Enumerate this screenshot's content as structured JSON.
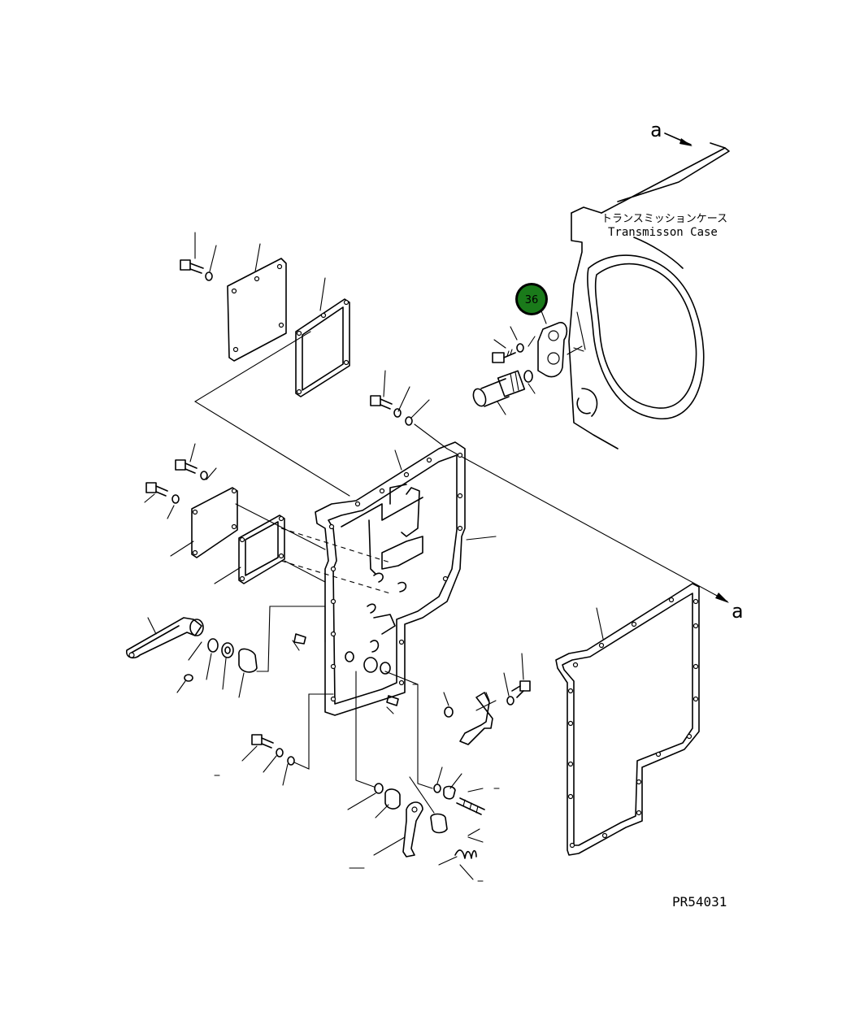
{
  "labels": {
    "case_jp": "トランスミッションケース",
    "case_en": "Transmisson Case",
    "ref_a_top": "a",
    "ref_a_right": "a",
    "drawing_no": "PR54031"
  },
  "callouts": [
    {
      "number": "36"
    }
  ],
  "colors": {
    "callout_fill": "#1a7a1a",
    "callout_ring": "#000000",
    "callout_text": "#ffffff",
    "line": "#000000",
    "background": "#ffffff"
  }
}
